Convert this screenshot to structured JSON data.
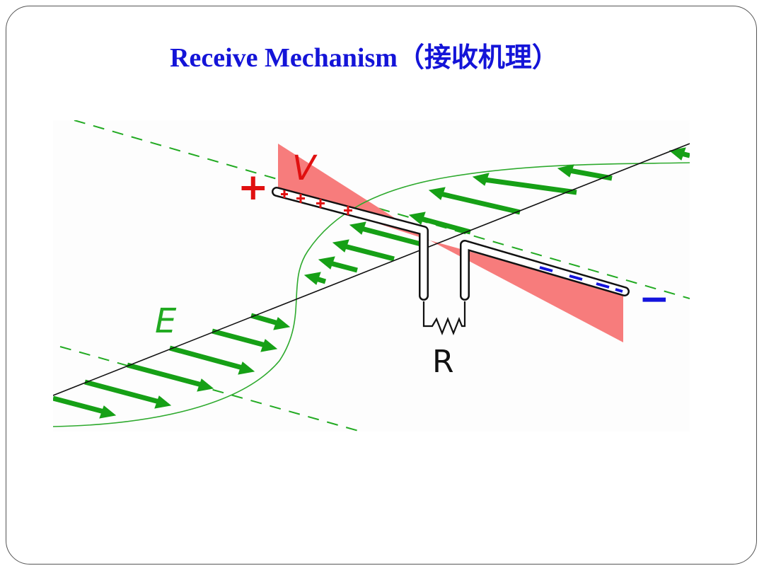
{
  "slide": {
    "title": "Receive Mechanism（接收机理）"
  },
  "diagram": {
    "labels": {
      "voltage": "V",
      "field": "E",
      "resistor": "R",
      "plus_sign": "+",
      "minus_sign": "−"
    },
    "colors": {
      "title": "#1414d8",
      "field_arrows": "#16a016",
      "field_curve": "#2eaa2e",
      "wavefront_dash": "#22aa22",
      "voltage_fill": "#f77c7c",
      "plus_charge": "#e01010",
      "minus_charge": "#1414dd",
      "axis_line": "#111111"
    }
  }
}
